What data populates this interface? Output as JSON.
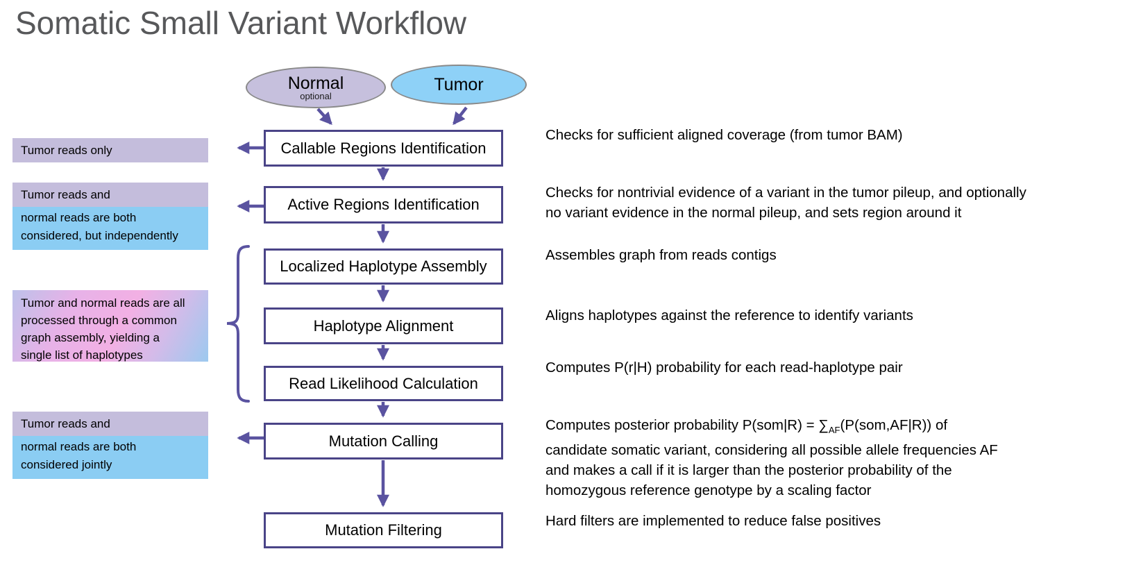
{
  "title": "Somatic Small Variant Workflow",
  "inputs": {
    "normal": {
      "label": "Normal",
      "sublabel": "optional"
    },
    "tumor": {
      "label": "Tumor"
    }
  },
  "steps": [
    {
      "label": "Callable Regions Identification"
    },
    {
      "label": "Active Regions Identification"
    },
    {
      "label": "Localized Haplotype Assembly"
    },
    {
      "label": "Haplotype Alignment"
    },
    {
      "label": "Read Likelihood Calculation"
    },
    {
      "label": "Mutation Calling"
    },
    {
      "label": "Mutation Filtering"
    }
  ],
  "annotations": {
    "callable": "Checks for sufficient aligned coverage (from tumor BAM)",
    "active_lines": [
      "Checks for nontrivial evidence of a variant in the tumor pileup, and optionally",
      "no variant evidence in the normal pileup, and sets region around it"
    ],
    "assembly": "Assembles graph from reads contigs",
    "alignment": "Aligns haplotypes against the reference to identify variants",
    "likelihood": "Computes P(r|H) probability for each read-haplotype pair",
    "calling_line1_pre": "Computes posterior probability P(som|R) = ∑",
    "calling_line1_sub": "AF",
    "calling_line1_post": "(P(som,AF|R)) of",
    "calling_lines": [
      "candidate somatic variant, considering all possible allele frequencies AF",
      "and makes a call if it is larger than the posterior probability of the",
      "homozygous reference genotype by a scaling factor"
    ],
    "filtering": "Hard filters are implemented to reduce false positives"
  },
  "side_notes": {
    "tumor_only": "Tumor reads only",
    "independent_top": "Tumor reads and",
    "independent_lines": [
      "normal reads are both",
      "considered, but independently"
    ],
    "common_lines": [
      "Tumor and normal reads are all",
      "processed through a common",
      "graph assembly, yielding a",
      "single list of haplotypes"
    ],
    "joint_top": "Tumor reads and",
    "joint_lines": [
      "normal reads are both",
      "considered jointly"
    ]
  },
  "colors": {
    "lavender": "#c4bddc",
    "blue": "#8bcdf3",
    "gradient_pink": "#f2b0e4",
    "arrow_purple": "#5a53a0",
    "box_border": "#4a4487",
    "normal_fill": "#c6c0dd",
    "tumor_fill": "#8ed1f7",
    "title_gray": "#57585a"
  }
}
